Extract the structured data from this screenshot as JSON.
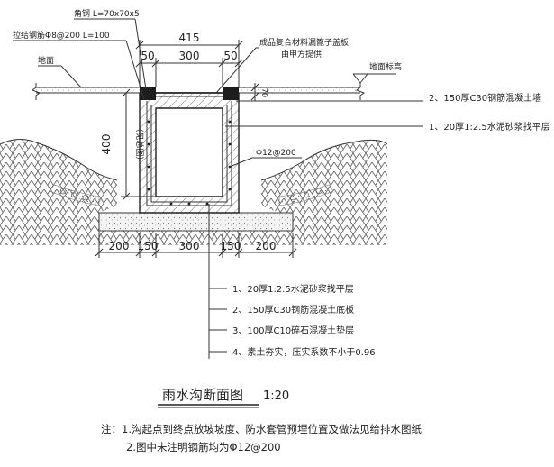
{
  "labels": {
    "angle_steel": "角钢 L=70x70x5",
    "tie_bar": "拉结钢筋Φ8@200 L=100",
    "cover_plate_1": "成品复合材料漏篦子盖板",
    "cover_plate_2": "由甲方提供",
    "ground": "地面",
    "ground_elevation": "地面标高",
    "wall_note": "2、150厚C30钢筋混凝土墙",
    "wall_mortar": "1、20厚1:2.5水泥砂浆找平层",
    "depth_note": "（见总图）",
    "rebar": "Φ12@200"
  },
  "dimensions": {
    "top_total": "415",
    "top_left": "50",
    "top_mid": "300",
    "top_right": "50",
    "depth": "400",
    "plate_offset": "70",
    "bottom": [
      "200",
      "150",
      "300",
      "150",
      "200"
    ]
  },
  "layers": [
    "1、20厚1:2.5水泥砂浆找平层",
    "2、150厚C30钢筋混凝土底板",
    "3、100厚C10碎石混凝土垫层",
    "4、素土夯实，压实系数不小于0.96"
  ],
  "title": {
    "name": "雨水沟断面图",
    "scale": "1:20"
  },
  "notes": [
    "注：1.沟起点到终点放坡坡度、防水套管预埋位置及做法见给排水图纸",
    "2.图中未注明钢筋均为Φ12@200"
  ]
}
